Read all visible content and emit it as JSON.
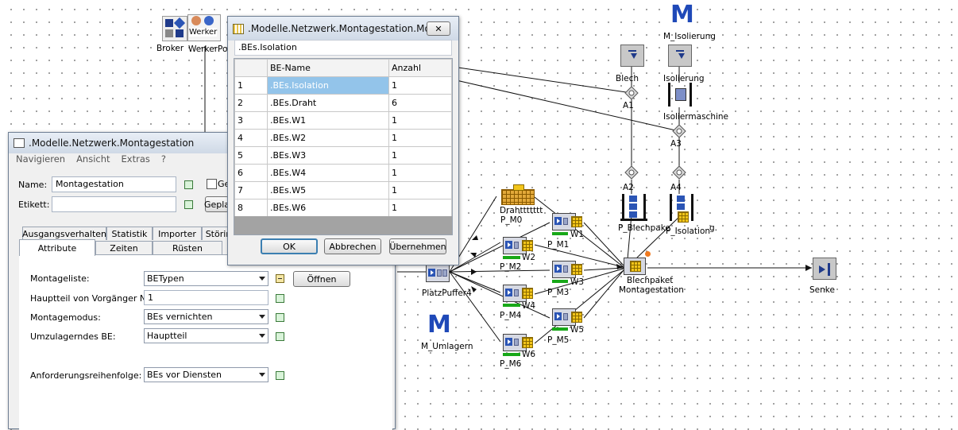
{
  "canvas": {
    "broker_label": "Broker",
    "werker_label": "Werker",
    "werkerpool_label": "WerkerPo",
    "m_isolierung_label": "M_Isolierung",
    "blech_label": "Blech",
    "isolierung_label": "Isolierung",
    "a1_label": "A1",
    "isoliermaschine_label": "Isoliermaschine",
    "a3_label": "A3",
    "a2_label": "A2",
    "a4_label": "A4",
    "drahttttttt_label": "Drahttttttt",
    "p_m0_label": "P_M0",
    "w1_label": "W1",
    "p_m1_label": "P_M1",
    "w2_label": "W2",
    "p_m2_label": "P_M2",
    "w3_label": "W3",
    "p_m3_label": "P_M3",
    "w4_label": "W4",
    "p_m4_label": "P_M4",
    "w5_label": "W5",
    "p_m5_label": "P_M5",
    "w6_label": "W6",
    "p_m6_label": "P_M6",
    "p_blechpake_label": "P_Blechpake",
    "p_isolation_label": "P_Isolation",
    "isolation_suffix_label": "g.",
    "blechpaket_label": "Blechpaket",
    "montagestation_label": "Montagestation",
    "platzpuffer_label": "PlatzPuffer4",
    "m_umlagern_label": "M_Umlagern",
    "senke_label": "Senke",
    "m_glyph": "M"
  },
  "back_window": {
    "title": ".Modelle.Netzwerk.Montagestation",
    "menu": [
      "Navigieren",
      "Ansicht",
      "Extras",
      "?"
    ],
    "name_label": "Name:",
    "name_value": "Montagestation",
    "etikett_label": "Etikett:",
    "etikett_value": "",
    "ge_label": "Ge",
    "gepl_label": "Gepla",
    "tabs_row1": [
      "Ausgangsverhalten",
      "Statistik",
      "Importer",
      "Störin"
    ],
    "tabs_row2": [
      "Attribute",
      "Zeiten",
      "Rüsten"
    ],
    "montageliste_label": "Montageliste:",
    "montageliste_value": "BETypen",
    "oeffnen_label": "Öffnen",
    "hauptteil_label": "Hauptteil von Vorgänger Nr:",
    "hauptteil_value": "1",
    "montagemodus_label": "Montagemodus:",
    "montagemodus_value": "BEs vernichten",
    "umzulagern_label": "Umzulagerndes BE:",
    "umzulagern_value": "Hauptteil",
    "anforderung_label": "Anforderungsreihenfolge:",
    "anforderung_value": "BEs vor Diensten"
  },
  "front_dialog": {
    "title": ".Modelle.Netzwerk.Montagestation.Mo...",
    "close_glyph": "✕",
    "current_cell": ".BEs.Isolation",
    "columns": [
      "BE-Name",
      "Anzahl"
    ],
    "rows": [
      {
        "index": "1",
        "name": ".BEs.Isolation",
        "count": "1"
      },
      {
        "index": "2",
        "name": ".BEs.Draht",
        "count": "6"
      },
      {
        "index": "3",
        "name": ".BEs.W1",
        "count": "1"
      },
      {
        "index": "4",
        "name": ".BEs.W2",
        "count": "1"
      },
      {
        "index": "5",
        "name": ".BEs.W3",
        "count": "1"
      },
      {
        "index": "6",
        "name": ".BEs.W4",
        "count": "1"
      },
      {
        "index": "7",
        "name": ".BEs.W5",
        "count": "1"
      },
      {
        "index": "8",
        "name": ".BEs.W6",
        "count": "1"
      }
    ],
    "ok_label": "OK",
    "cancel_label": "Abbrechen",
    "apply_label": "Übernehmen"
  }
}
